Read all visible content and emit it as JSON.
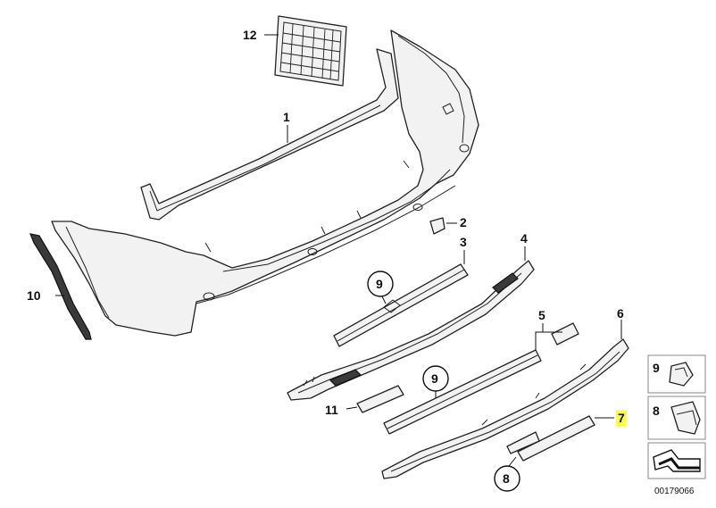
{
  "diagram": {
    "callouts": {
      "p1": "1",
      "p2": "2",
      "p3": "3",
      "p4": "4",
      "p5": "5",
      "p6": "6",
      "p7": "7",
      "p8": "8",
      "p9a": "9",
      "p9b": "9",
      "p10": "10",
      "p11": "11",
      "p12": "12"
    },
    "legend": {
      "clip_9": "9",
      "clip_8": "8"
    },
    "reference_number": "00179066",
    "highlight_color": "#ffff44"
  }
}
